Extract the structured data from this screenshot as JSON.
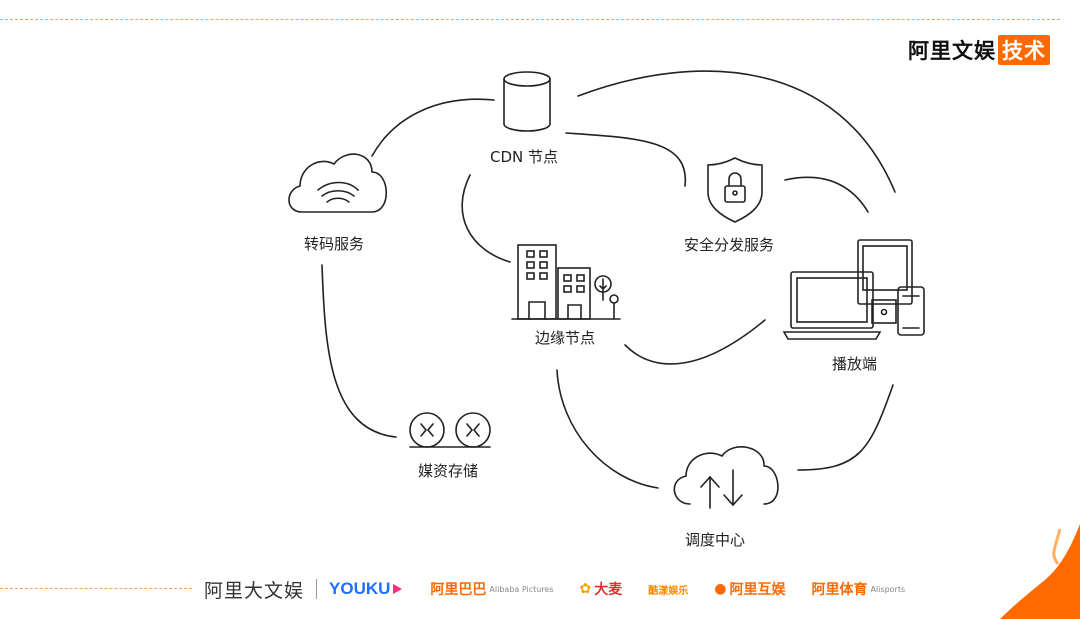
{
  "brand": {
    "name": "阿里文娱",
    "tag": "技术"
  },
  "nodes": {
    "cdn": "CDN 节点",
    "transcode": "转码服务",
    "secure": "安全分发服务",
    "edge": "边缘节点",
    "player": "播放端",
    "storage": "媒资存储",
    "schedule": "调度中心"
  },
  "footer": {
    "company": "阿里大文娱",
    "youku": "YOUKU",
    "pictures": "阿里巴巴",
    "pictures_sub": "Alibaba Pictures",
    "damai": "大麦",
    "cool": "酷漾娱乐",
    "ahuyu": "阿里互娱",
    "sports": "阿里体育",
    "sports_sub": "Alisports"
  },
  "colors": {
    "accent": "#ff6a00",
    "youku": "#1e6fff",
    "line": "#222222"
  }
}
